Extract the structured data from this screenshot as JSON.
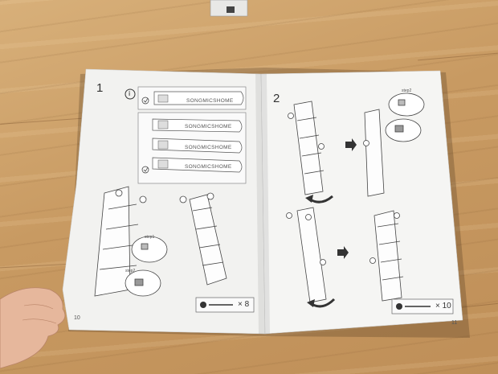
{
  "manual": {
    "left_page": {
      "step_number": "1",
      "info_symbol": "i",
      "brand_text": "SONGMICSHOME",
      "hardware_count": "× 8",
      "page_number": "10"
    },
    "right_page": {
      "step_number": "2",
      "hardware_count": "× 10",
      "page_number": "11"
    },
    "callout_labels": [
      "step1",
      "step2",
      "step2"
    ]
  },
  "colors": {
    "floor": "#c9a06a",
    "paper": "#f3f3f1",
    "ink": "#333333"
  }
}
